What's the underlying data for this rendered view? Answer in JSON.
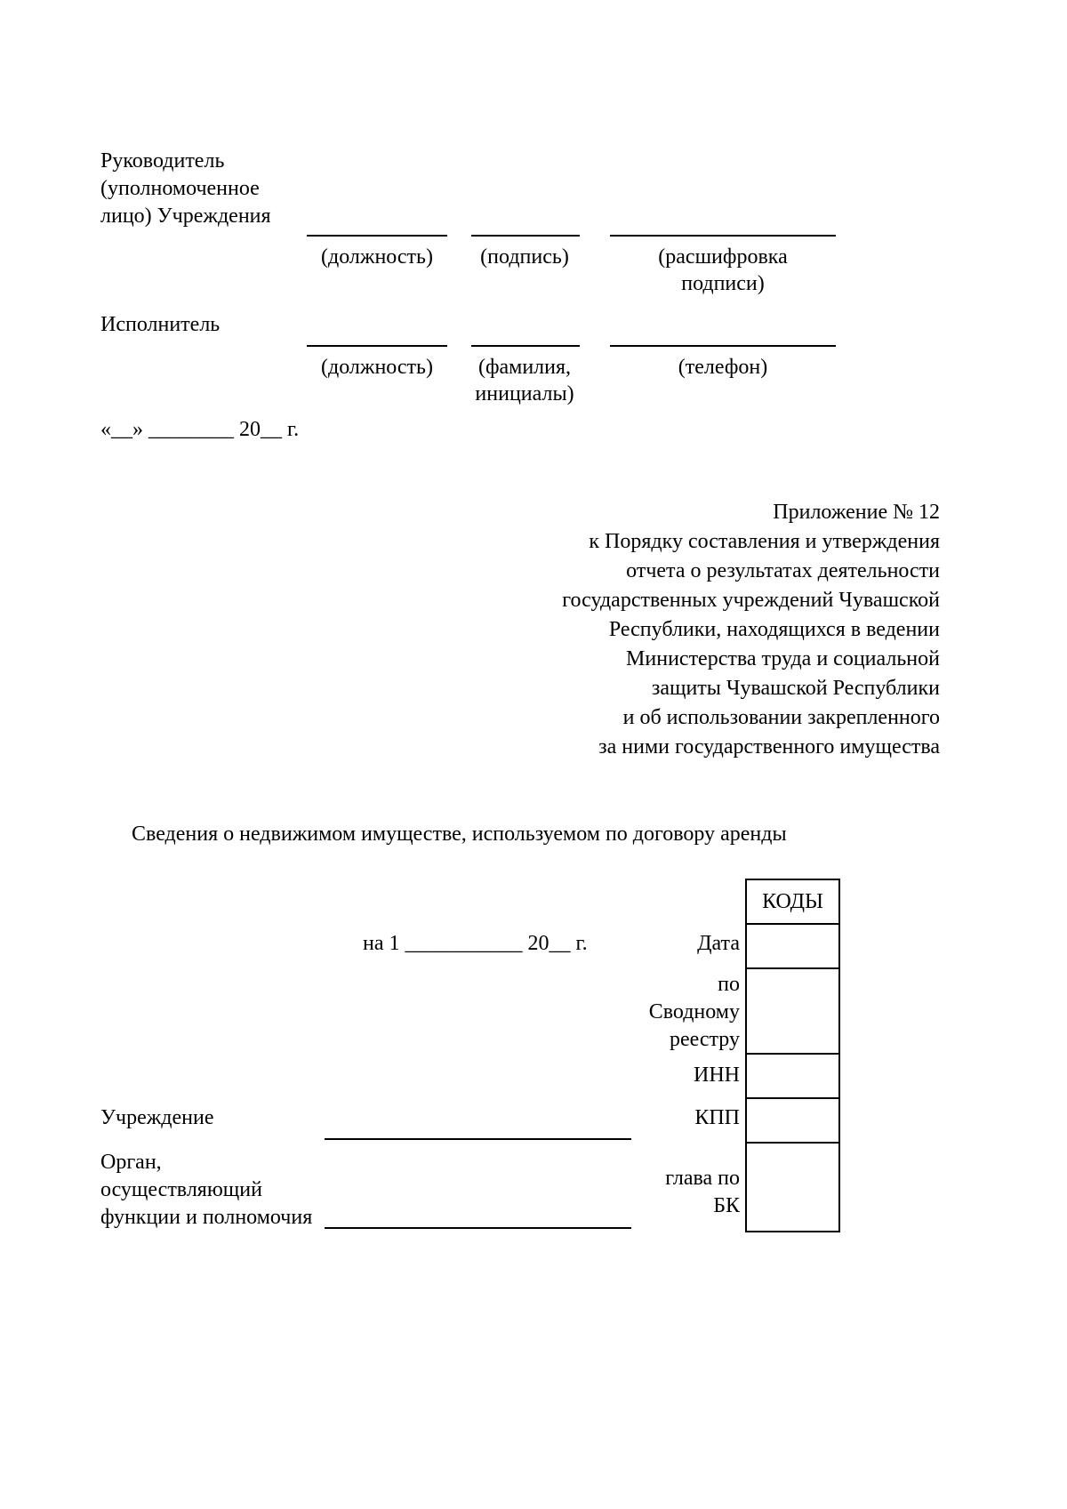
{
  "doc": {
    "signatures": {
      "head_label_lines": [
        "Руководитель",
        "(уполномоченное",
        "лицо) Учреждения"
      ],
      "head_caption_position": "(должность)",
      "head_caption_signature": "(подпись)",
      "head_caption_transcript_lines": [
        "(расшифровка",
        "подписи)"
      ],
      "executor_label": "Исполнитель",
      "executor_caption_position": "(должность)",
      "executor_caption_name_lines": [
        "(фамилия,",
        "инициалы)"
      ],
      "executor_caption_phone": "(телефон)",
      "date_placeholder": "«__» ________ 20__ г."
    },
    "appendix_lines": [
      "Приложение № 12",
      "к Порядку составления и утверждения",
      "отчета о результатах деятельности",
      "государственных учреждений Чувашской",
      "Республики, находящихся в ведении",
      "Министерства труда и социальной",
      "защиты Чувашской Республики",
      "и об использовании закрепленного",
      "за ними государственного имущества"
    ],
    "title": "Сведения о недвижимом имуществе, используемом по договору аренды",
    "report_date": "на 1 ___________ 20__ г.",
    "codes": {
      "header": "КОДЫ",
      "labels": {
        "date": "Дата",
        "registry_lines": [
          "по",
          "Сводному",
          "реестру"
        ],
        "inn": "ИНН",
        "kpp": "КПП",
        "bk_lines": [
          "глава по",
          "БК"
        ]
      }
    },
    "institution_label": "Учреждение",
    "authority_label_lines": [
      "Орган,",
      "осуществляющий",
      "функции и полномочия"
    ]
  }
}
